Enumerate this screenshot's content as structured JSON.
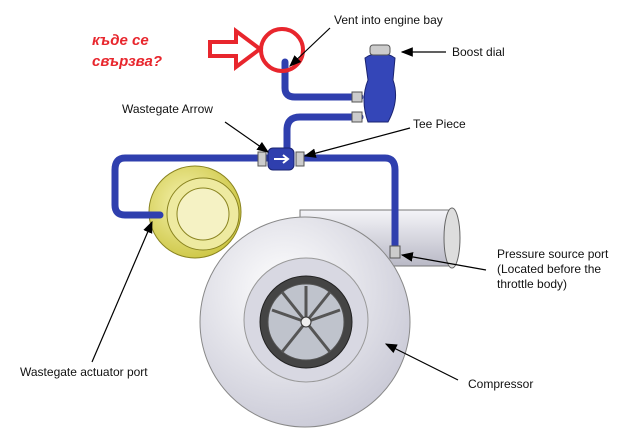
{
  "annotation": {
    "question_line1": "къде се",
    "question_line2": "свързва?",
    "color": "#e8262d"
  },
  "labels": {
    "vent": "Vent into engine bay",
    "boost_dial": "Boost dial",
    "wastegate_arrow": "Wastegate Arrow",
    "tee_piece": "Tee Piece",
    "pressure_line1": "Pressure source port",
    "pressure_line2": "(Located before the",
    "pressure_line3": "throttle body)",
    "wastegate_port": "Wastegate actuator port",
    "compressor": "Compressor"
  },
  "colors": {
    "hose": "#2f3fae",
    "actuator": "#e6e07a",
    "housing": "#e4e4ec"
  }
}
